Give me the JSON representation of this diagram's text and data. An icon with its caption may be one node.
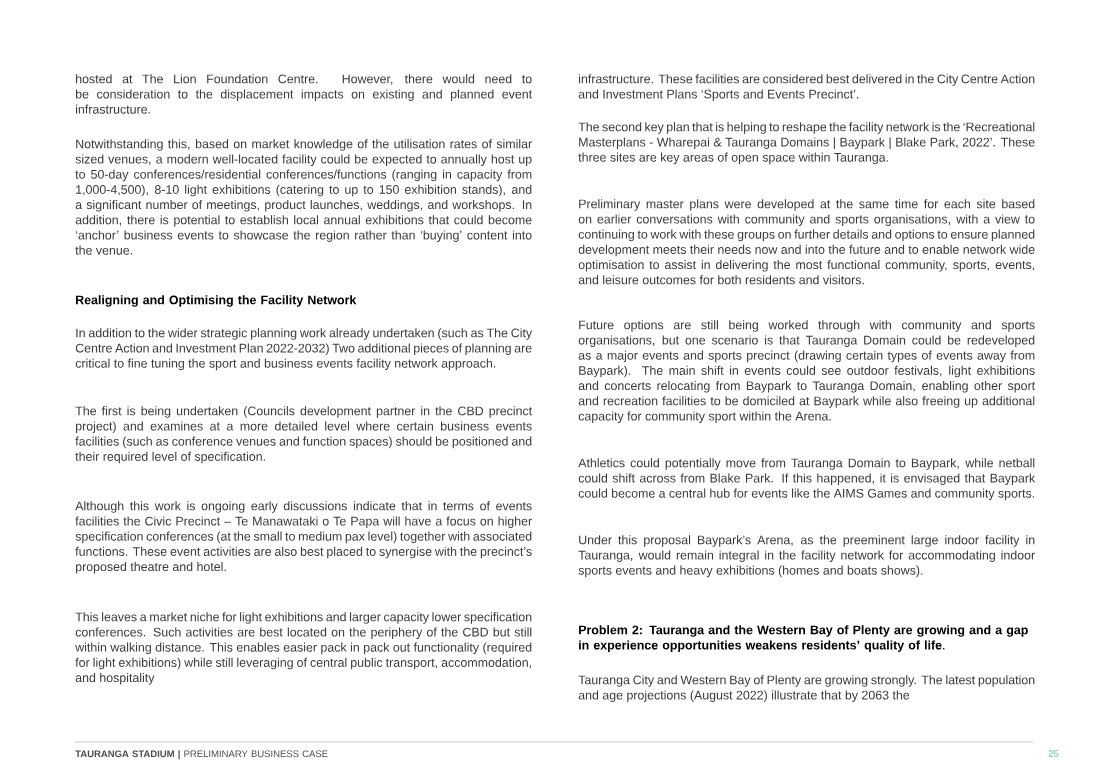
{
  "diagram": {
    "labels": [
      "hosted at The Lion Foundation Centre. However, there would need to be consideration to the displacement impacts on existing and planned event infrastructure.",
      "Notwithstanding this, based on market knowledge of the utilisation rates of similar sized venues, a modern well-located facility could be expected to annually host up to 50-day conferences/residential conferences/functions (ranging in capacity from 1,000-4,500), 8-10 light exhibitions (catering to up to 150 exhibition stands), and a significant number of meetings, product launches, weddings, and workshops. In addition, there is potential to establish local annual exhibitions that could become ‘anchor’ business events to showcase the region rather than ‘buying’ content into the venue.",
      "Realigning and Optimising the Facility Network",
      "In addition to the wider strategic planning work already undertaken (such as The City Centre Action and Investment Plan 2022-2032) Two additional pieces of planning are critical to fine tuning the sport and business events facility network approach.",
      "The first is being undertaken (Councils development partner in the CBD precinct project) and examines at a more detailed level where certain business events facilities (such as conference venues and function spaces) should be positioned and their required level of specification.",
      "Although this work is ongoing early discussions indicate that in terms of events facilities the Civic Precinct – Te Manawataki o Te Papa will have a focus on higher specification conferences (at the small to medium pax level) together with associated functions. These event activities are also best placed to synergise with the precinct’s proposed theatre and hotel.",
      "This leaves a market niche for light exhibitions and larger capacity lower specification conferences. Such activities are best located on the periphery of the CBD but still within walking distance. This enables easier pack in pack out functionality (required for light exhibitions) while still leveraging of central public transport, accommodation, and hospitality",
      "infrastructure. These facilities are considered best delivered in the City Centre Action and Investment Plans ‘Sports and Events Precinct’.",
      "The second key plan that is helping to reshape the facility network is the ‘Recreational Masterplans - Wharepai & Tauranga Domains | Baypark | Blake Park, 2022’. These three sites are key areas of open space within Tauranga.",
      "Preliminary master plans were developed at the same time for each site based on earlier conversations with community and sports organisations, with a view to continuing to work with these groups on further details and options to ensure planned development meets their needs now and into the future and to enable network wide optimisation to assist in delivering the most functional community, sports, events, and leisure outcomes for both residents and visitors.",
      "Future options are still being worked through with community and sports organisations, but one scenario is that Tauranga Domain could be redeveloped as a major events and sports precinct (drawing certain types of events away from Baypark). The main shift in events could see outdoor festivals, light exhibitions and concerts relocating from Baypark to Tauranga Domain, enabling other sport and recreation facilities to be domiciled at Baypark while also freeing up additional capacity for community sport within the Arena.",
      "Athletics could potentially move from Tauranga Domain to Baypark, while netball could shift across from Blake Park. If this happened, it is envisaged that Baypark could become a central hub for events like the AIMS Games and community sports.",
      "Under this proposal Baypark’s Arena, as the preeminent large indoor facility in Tauranga, would remain integral in the facility network for accommodating indoor sports events and heavy exhibitions (homes and boats shows).",
      "**Problem 2: Tauranga and the Western Bay of Plenty are growing and a gap in experience opportunities weakens residents’ quality of life**.",
      "Tauranga City and Western Bay of Plenty are growing strongly. The latest population and age projections (August 2022) illustrate that by 2063 the",
      "**TAURANGA STADIUM |** PRELIMINARY BUSINESS CASE",
      "25"
    ]
  }
}
